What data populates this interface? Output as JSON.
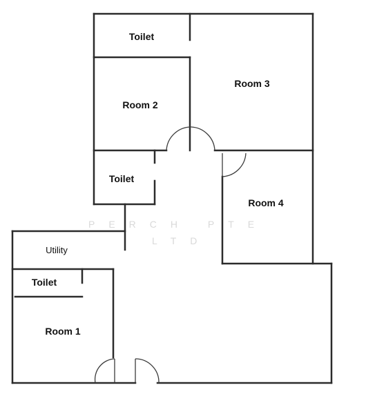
{
  "rooms": {
    "toilet_top": "Toilet",
    "room3": "Room 3",
    "room2": "Room 2",
    "toilet_mid": "Toilet",
    "room4": "Room 4",
    "utility": "Utility",
    "toilet_bottom": "Toilet",
    "room1": "Room 1"
  },
  "watermark": {
    "line1": "PERCH PTE",
    "line2": "LTD"
  }
}
